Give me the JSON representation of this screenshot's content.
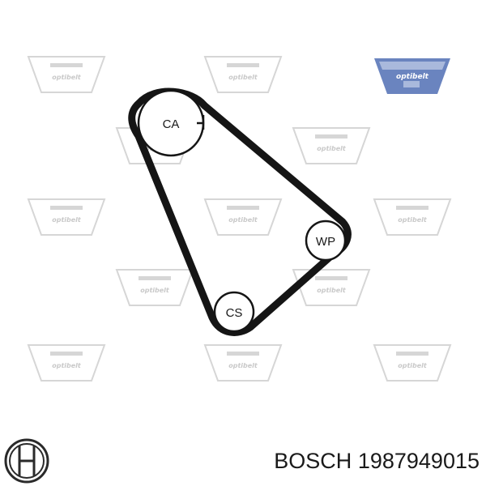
{
  "diagram": {
    "pulleys": [
      {
        "id": "ca",
        "label": "CA"
      },
      {
        "id": "wp",
        "label": "WP"
      },
      {
        "id": "cs",
        "label": "CS"
      }
    ]
  },
  "watermark": {
    "text": "optibelt",
    "colors": {
      "ghost": "#d6d6d6",
      "logo": "#6a84bf",
      "logo_light": "#a9b9dc"
    }
  },
  "footer": {
    "brand": "BOSCH",
    "part_number": "1987949015",
    "emblem_icon": "bosch-armature-icon"
  },
  "colors": {
    "belt": "#151515",
    "pulley_stroke": "#151515",
    "background": "#ffffff"
  }
}
